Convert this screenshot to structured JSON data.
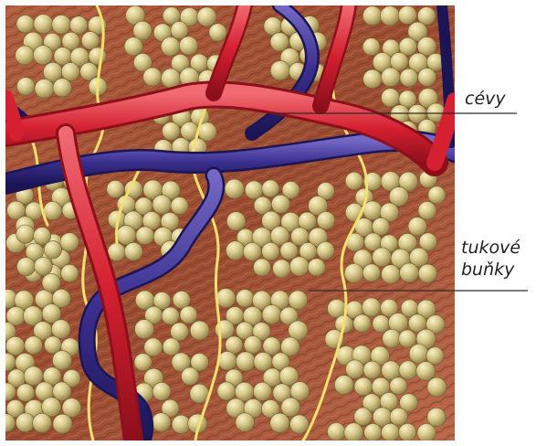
{
  "labels": {
    "vessels": "cévy",
    "fat_cells_line1": "tukové",
    "fat_cells_line2": "buňky"
  },
  "colors": {
    "background": "#ffffff",
    "tissue_base": "#a8573a",
    "tissue_dark": "#7e3522",
    "fat_cell_fill": "#d9c98a",
    "fat_cell_highlight": "#f4ecc0",
    "fat_cell_shadow": "#8d7d45",
    "artery": "#d42030",
    "artery_highlight": "#f06a72",
    "vein": "#3a2f8e",
    "vein_highlight": "#7468c4",
    "nerve": "#f2e070",
    "leader_line": "#2a2a2a"
  },
  "icons": {
    "artery": "artery-vessel",
    "vein": "vein-vessel",
    "nerve": "nerve-fiber",
    "fat_cell": "fat-cell"
  }
}
